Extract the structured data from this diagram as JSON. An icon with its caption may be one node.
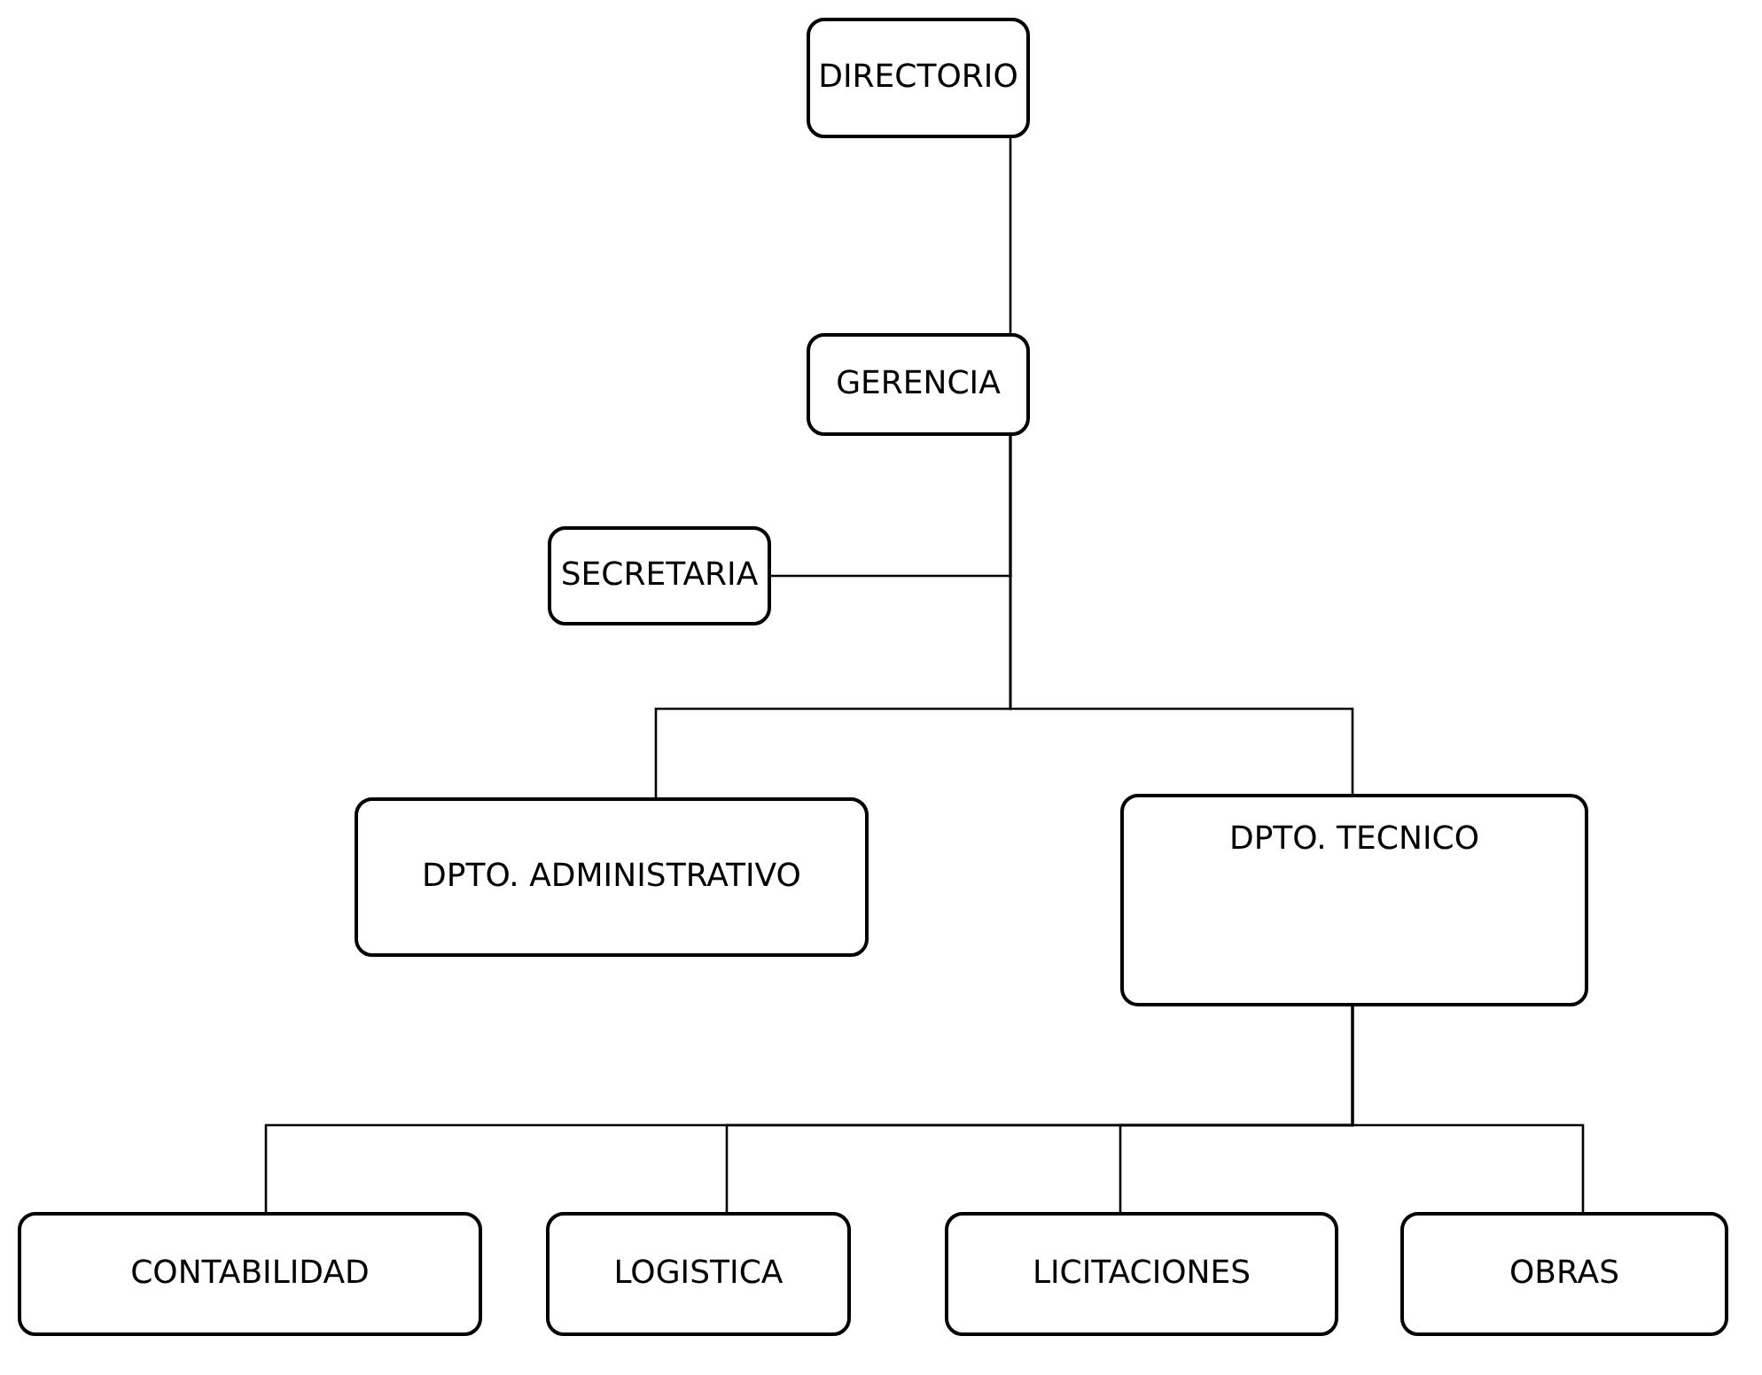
{
  "diagram": {
    "nodes": [
      {
        "text": [
          "DIRECTORIO"
        ]
      },
      {
        "text": [
          "GERENCIA"
        ]
      },
      {
        "text": [
          "SECRETARIA"
        ]
      },
      {
        "text": [
          "DPTO. ADMINISTRATIVO"
        ]
      },
      {
        "text": [
          "DPTO. TECNICO"
        ]
      },
      {
        "text": [
          "CONTABILIDAD"
        ]
      },
      {
        "text": [
          "LOGISTICA"
        ]
      },
      {
        "text": [
          "LICITACIONES"
        ]
      },
      {
        "text": [
          "OBRAS"
        ]
      }
    ],
    "edges": [
      {
        "from": 0,
        "to": 1,
        "arrow": "none"
      },
      {
        "from": 1,
        "to": 2,
        "arrow": "none"
      },
      {
        "from": 1,
        "to": 3,
        "arrow": "none"
      },
      {
        "from": 1,
        "to": 4,
        "arrow": "none"
      },
      {
        "from": 4,
        "to": 5,
        "arrow": "none"
      },
      {
        "from": 4,
        "to": 6,
        "arrow": "none"
      },
      {
        "from": 4,
        "to": 7,
        "arrow": "none"
      },
      {
        "from": 4,
        "to": 8,
        "arrow": "none"
      }
    ]
  }
}
